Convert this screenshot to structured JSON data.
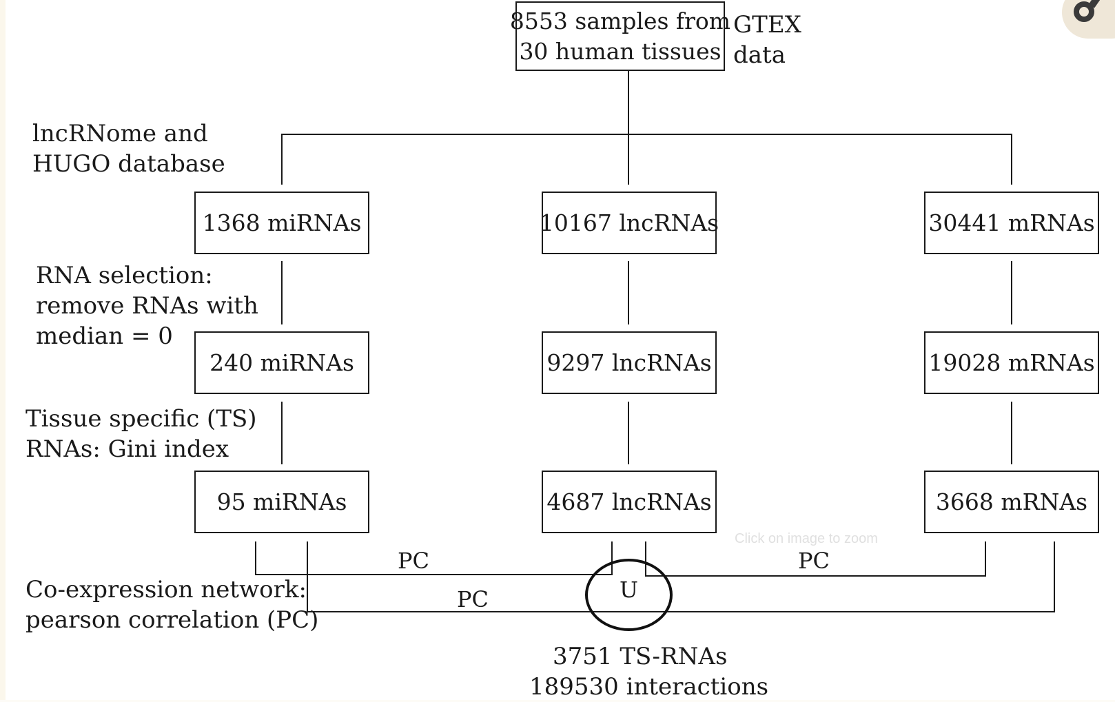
{
  "source": {
    "box_lines": [
      "8553 samples from",
      "30 human tissues"
    ],
    "side_label_lines": [
      "GTEX",
      "data"
    ]
  },
  "step_labels": {
    "database": [
      "lncRNome and",
      "HUGO database"
    ],
    "selection": [
      "RNA selection:",
      "remove RNAs with",
      "median = 0"
    ],
    "tissue_specific": [
      "Tissue specific (TS)",
      "RNAs: Gini index"
    ],
    "network": [
      "Co-expression network:",
      "pearson correlation (PC)"
    ]
  },
  "columns": {
    "mirna": {
      "level1": "1368 miRNAs",
      "level2": "240 miRNAs",
      "level3": "95 miRNAs"
    },
    "lncrna": {
      "level1": "10167 lncRNAs",
      "level2": "9297 lncRNAs",
      "level3": "4687 lncRNAs"
    },
    "mrna": {
      "level1": "30441 mRNAs",
      "level2": "19028 mRNAs",
      "level3": "3668 mRNAs"
    }
  },
  "edges": {
    "pc_upper_left": "PC",
    "pc_lower_left": "PC",
    "pc_right": "PC"
  },
  "union": {
    "symbol": "U",
    "result_lines": [
      "3751 TS-RNAs",
      "189530 interactions"
    ]
  },
  "overlay": {
    "zoom_hint": "Click on image to zoom"
  }
}
